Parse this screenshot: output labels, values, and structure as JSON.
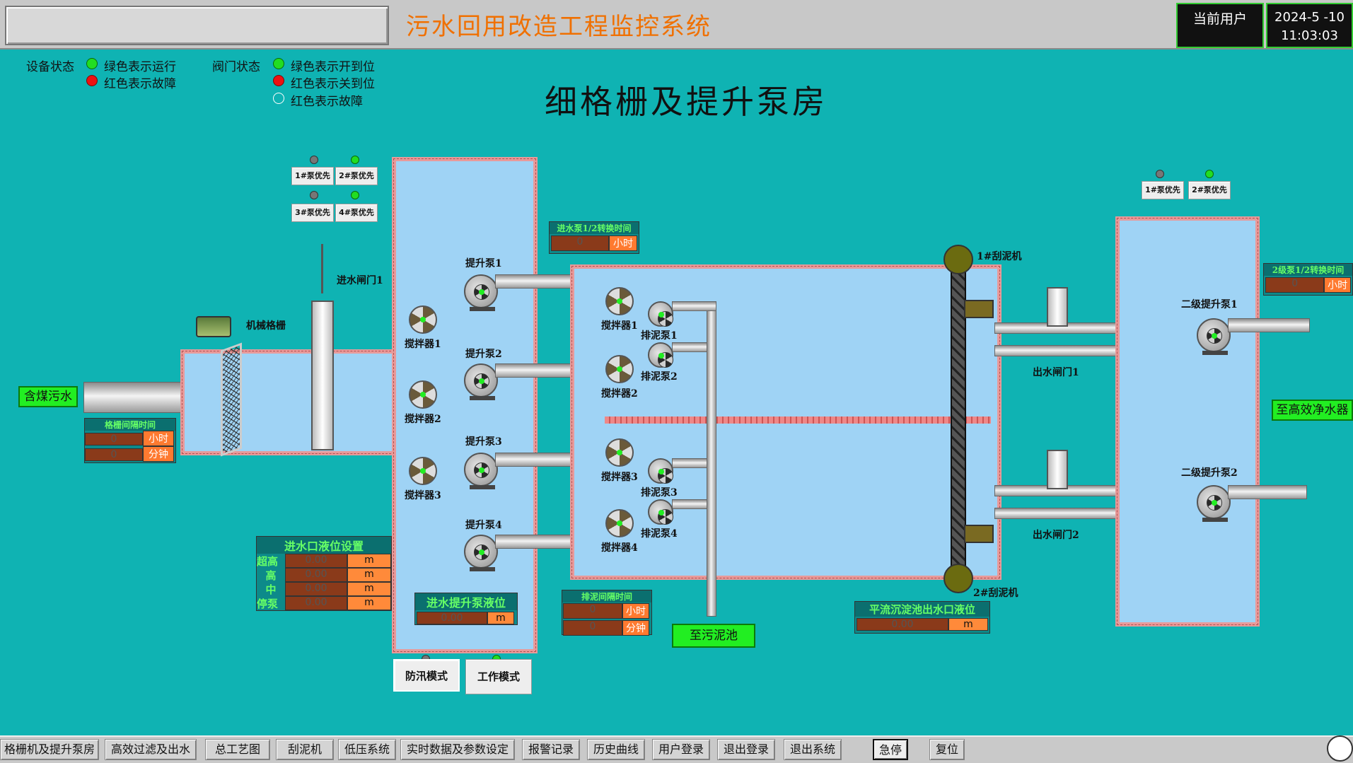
{
  "header": {
    "title": "污水回用改造工程监控系统",
    "user_label": "当前用户",
    "date": "2024-5 -10",
    "time": "11:03:03"
  },
  "legend": {
    "device_label": "设备状态",
    "device_green": "绿色表示运行",
    "device_red": "红色表示故障",
    "valve_label": "阀门状态",
    "valve_green": "绿色表示开到位",
    "valve_red": "红色表示关到位",
    "valve_white": "红色表示故障"
  },
  "page_title": "细格栅及提升泵房",
  "inlet_label": "含煤污水",
  "screen_label": "机械格栅",
  "gate_in_label": "进水闸门1",
  "priority": {
    "p1": "1#泵优先",
    "p2": "2#泵优先",
    "p3": "3#泵优先",
    "p4": "4#泵优先"
  },
  "lift_pumps": [
    "提升泵1",
    "提升泵2",
    "提升泵3",
    "提升泵4"
  ],
  "mixers_left": [
    "搅拌器1",
    "搅拌器2",
    "搅拌器3"
  ],
  "mixers_mid": [
    "搅拌器1",
    "搅拌器2",
    "搅拌器3",
    "搅拌器4"
  ],
  "sludge_pumps": [
    "排泥泵1",
    "排泥泵2",
    "排泥泵3",
    "排泥泵4"
  ],
  "scraper1": "1#刮泥机",
  "scraper2": "2#刮泥机",
  "outlet_gate1": "出水闸门1",
  "outlet_gate2": "出水闸门2",
  "stage2_pump1": "二级提升泵1",
  "stage2_pump2": "二级提升泵2",
  "to_filter": "至高效净水器",
  "to_sludge": "至污泥池",
  "flood_mode": "防汛模式",
  "work_mode": "工作模式",
  "panels": {
    "screen_interval": {
      "title": "格栅间隔时间",
      "v1": "0",
      "u1": "小时",
      "v2": "0",
      "u2": "分钟"
    },
    "inlet_level": {
      "title": "进水口液位设置",
      "rows": [
        {
          "label": "超高",
          "value": "0.00",
          "unit": "m"
        },
        {
          "label": "高",
          "value": "0.00",
          "unit": "m"
        },
        {
          "label": "中",
          "value": "0.00",
          "unit": "m"
        },
        {
          "label": "停泵",
          "value": "0.00",
          "unit": "m"
        }
      ]
    },
    "lift_level": {
      "title": "进水提升泵液位",
      "value": "0.00",
      "unit": "m"
    },
    "pump_switch": {
      "title": "进水泵1/2转换时间",
      "value": "0",
      "unit": "小时"
    },
    "sludge_interval": {
      "title": "排泥间隔时间",
      "v1": "0",
      "u1": "小时",
      "v2": "0",
      "u2": "分钟"
    },
    "clarifier_level": {
      "title": "平流沉淀池出水口液位",
      "value": "0.00",
      "unit": "m"
    },
    "stage2_switch": {
      "title": "2级泵1/2转换时间",
      "value": "0",
      "unit": "小时"
    }
  },
  "nav": [
    "格栅机及提升泵房",
    "高效过滤及出水",
    "总工艺图",
    "刮泥机",
    "低压系统",
    "实时数据及参数设定",
    "报警记录",
    "历史曲线",
    "用户登录",
    "退出登录",
    "退出系统",
    "急停",
    "复位"
  ],
  "colors": {
    "background": "#0fb3b3",
    "tank": "#9fd3f5",
    "run": "#22dd22",
    "fault": "#ee1111",
    "title": "#f07000"
  }
}
